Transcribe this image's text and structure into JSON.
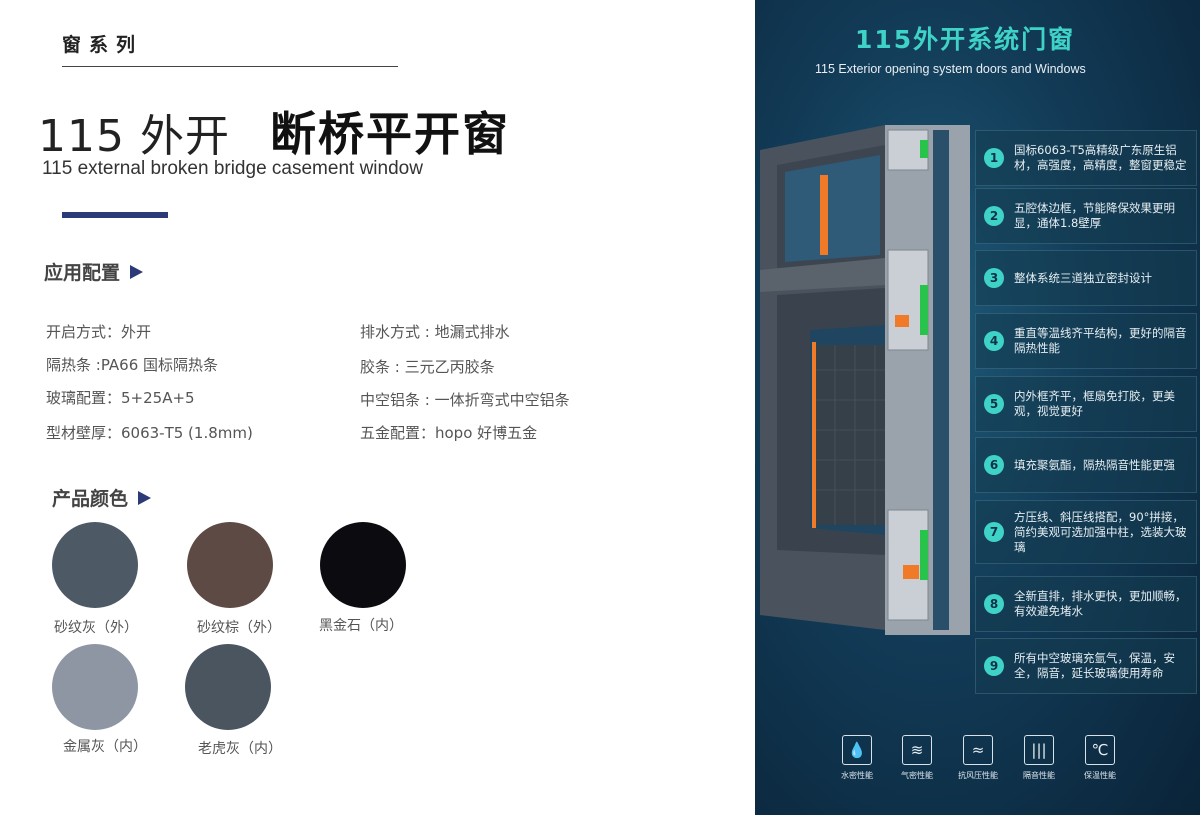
{
  "left": {
    "series_title": "窗系列",
    "main_title_num": "115 外开",
    "main_title_bold": "断桥平开窗",
    "main_title_en": "115 external broken bridge casement window",
    "config_heading": "应用配置",
    "specs_left": [
      "开启方式：外开",
      "隔热条 :PA66 国标隔热条",
      "玻璃配置：5+25A+5",
      "型材壁厚：6063-T5 (1.8mm)"
    ],
    "specs_right": [
      "排水方式 : 地漏式排水",
      "胶条 : 三元乙丙胶条",
      "中空铝条 : 一体折弯式中空铝条",
      "五金配置：hopo 好博五金"
    ],
    "color_heading": "产品颜色",
    "colors": [
      {
        "label": "砂纹灰（外）",
        "hex": "#4d5a66"
      },
      {
        "label": "砂纹棕（外）",
        "hex": "#5e4a44"
      },
      {
        "label": "黑金石（内）",
        "hex": "#0c0c10"
      },
      {
        "label": "金属灰（内）",
        "hex": "#8e96a4"
      },
      {
        "label": "老虎灰（内）",
        "hex": "#4a5560"
      }
    ]
  },
  "right": {
    "title": "115外开系统门窗",
    "subtitle": "115 Exterior opening system doors and Windows",
    "features": [
      {
        "num": "1",
        "text": "国标6063-T5高精级广东原生铝材，高强度，高精度，整窗更稳定"
      },
      {
        "num": "2",
        "text": "五腔体边框，节能降保效果更明显，通体1.8壁厚"
      },
      {
        "num": "3",
        "text": "整体系统三道独立密封设计"
      },
      {
        "num": "4",
        "text": "重直等温线齐平结构，更好的隔音隔热性能"
      },
      {
        "num": "5",
        "text": "内外框齐平，框扇免打胶，更美观，视觉更好"
      },
      {
        "num": "6",
        "text": "填充聚氨酯，隔热隔音性能更强"
      },
      {
        "num": "7",
        "text": "方压线、斜压线搭配，90°拼接，简约美观可选加强中柱，选装大玻璃"
      },
      {
        "num": "8",
        "text": "全新直排，排水更快，更加顺畅，有效避免堵水"
      },
      {
        "num": "9",
        "text": "所有中空玻璃充氩气，保温，安全，隔音，延长玻璃使用寿命"
      }
    ],
    "bottom_icons": [
      {
        "icon": "water-tight-icon",
        "glyph": "💧",
        "label": "水密性能"
      },
      {
        "icon": "air-tight-icon",
        "glyph": "≋",
        "label": "气密性能"
      },
      {
        "icon": "wind-pressure-icon",
        "glyph": "≈",
        "label": "抗风压性能"
      },
      {
        "icon": "sound-insulation-icon",
        "glyph": "|||",
        "label": "隔音性能"
      },
      {
        "icon": "thermal-insulation-icon",
        "glyph": "℃",
        "label": "保温性能"
      }
    ]
  }
}
